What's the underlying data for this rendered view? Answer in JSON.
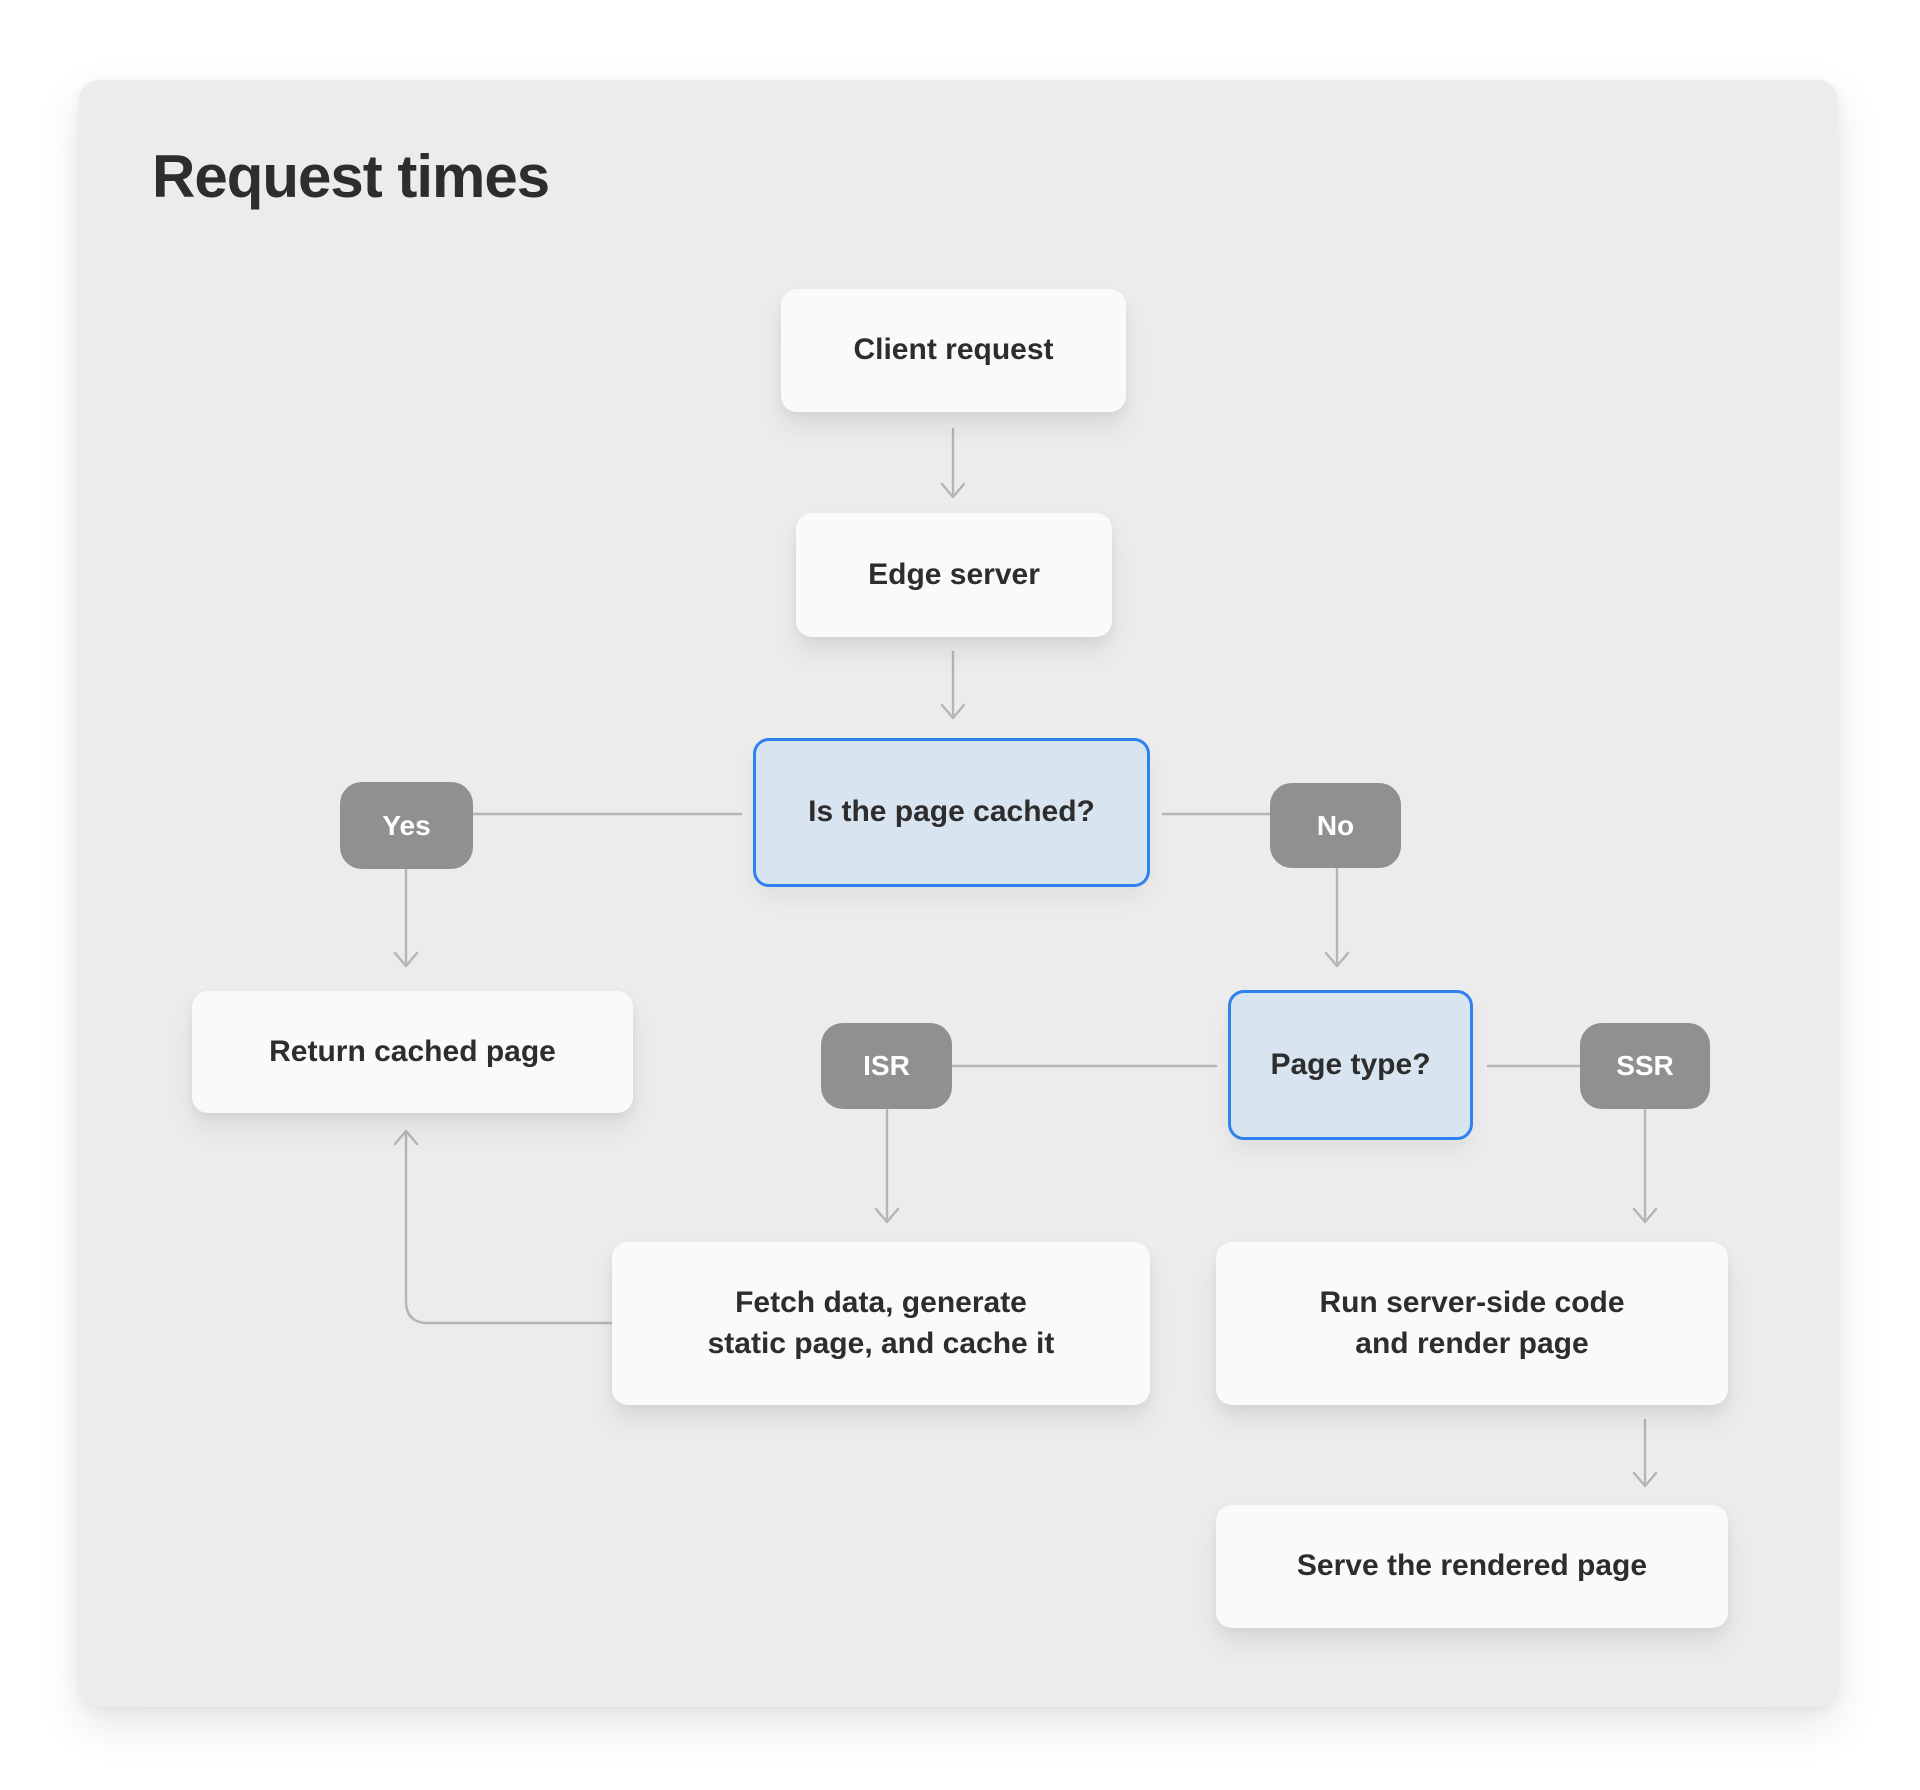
{
  "page": {
    "title": "Request times"
  },
  "nodes": {
    "client_request": {
      "label": "Client request"
    },
    "edge_server": {
      "label": "Edge server"
    },
    "is_cached": {
      "label": "Is the page cached?"
    },
    "yes": {
      "label": "Yes"
    },
    "no": {
      "label": "No"
    },
    "return_cached": {
      "label": "Return cached page"
    },
    "page_type": {
      "label": "Page type?"
    },
    "isr": {
      "label": "ISR"
    },
    "ssr": {
      "label": "SSR"
    },
    "fetch_data": {
      "line1": "Fetch data, generate",
      "line2": "static page, and cache it"
    },
    "run_server": {
      "line1": "Run server-side code",
      "line2": "and render page"
    },
    "serve_rendered": {
      "label": "Serve the rendered page"
    }
  },
  "colors": {
    "canvas_bg": "#ffffff",
    "panel_bg": "#ececec",
    "node_bg": "#fafafa",
    "node_text": "#2d2d2d",
    "decision_bg": "#d9e4f1",
    "decision_border": "#2f81ed",
    "branch_bg": "#909090",
    "branch_text": "#ffffff",
    "connector": "#b5b5b5"
  }
}
